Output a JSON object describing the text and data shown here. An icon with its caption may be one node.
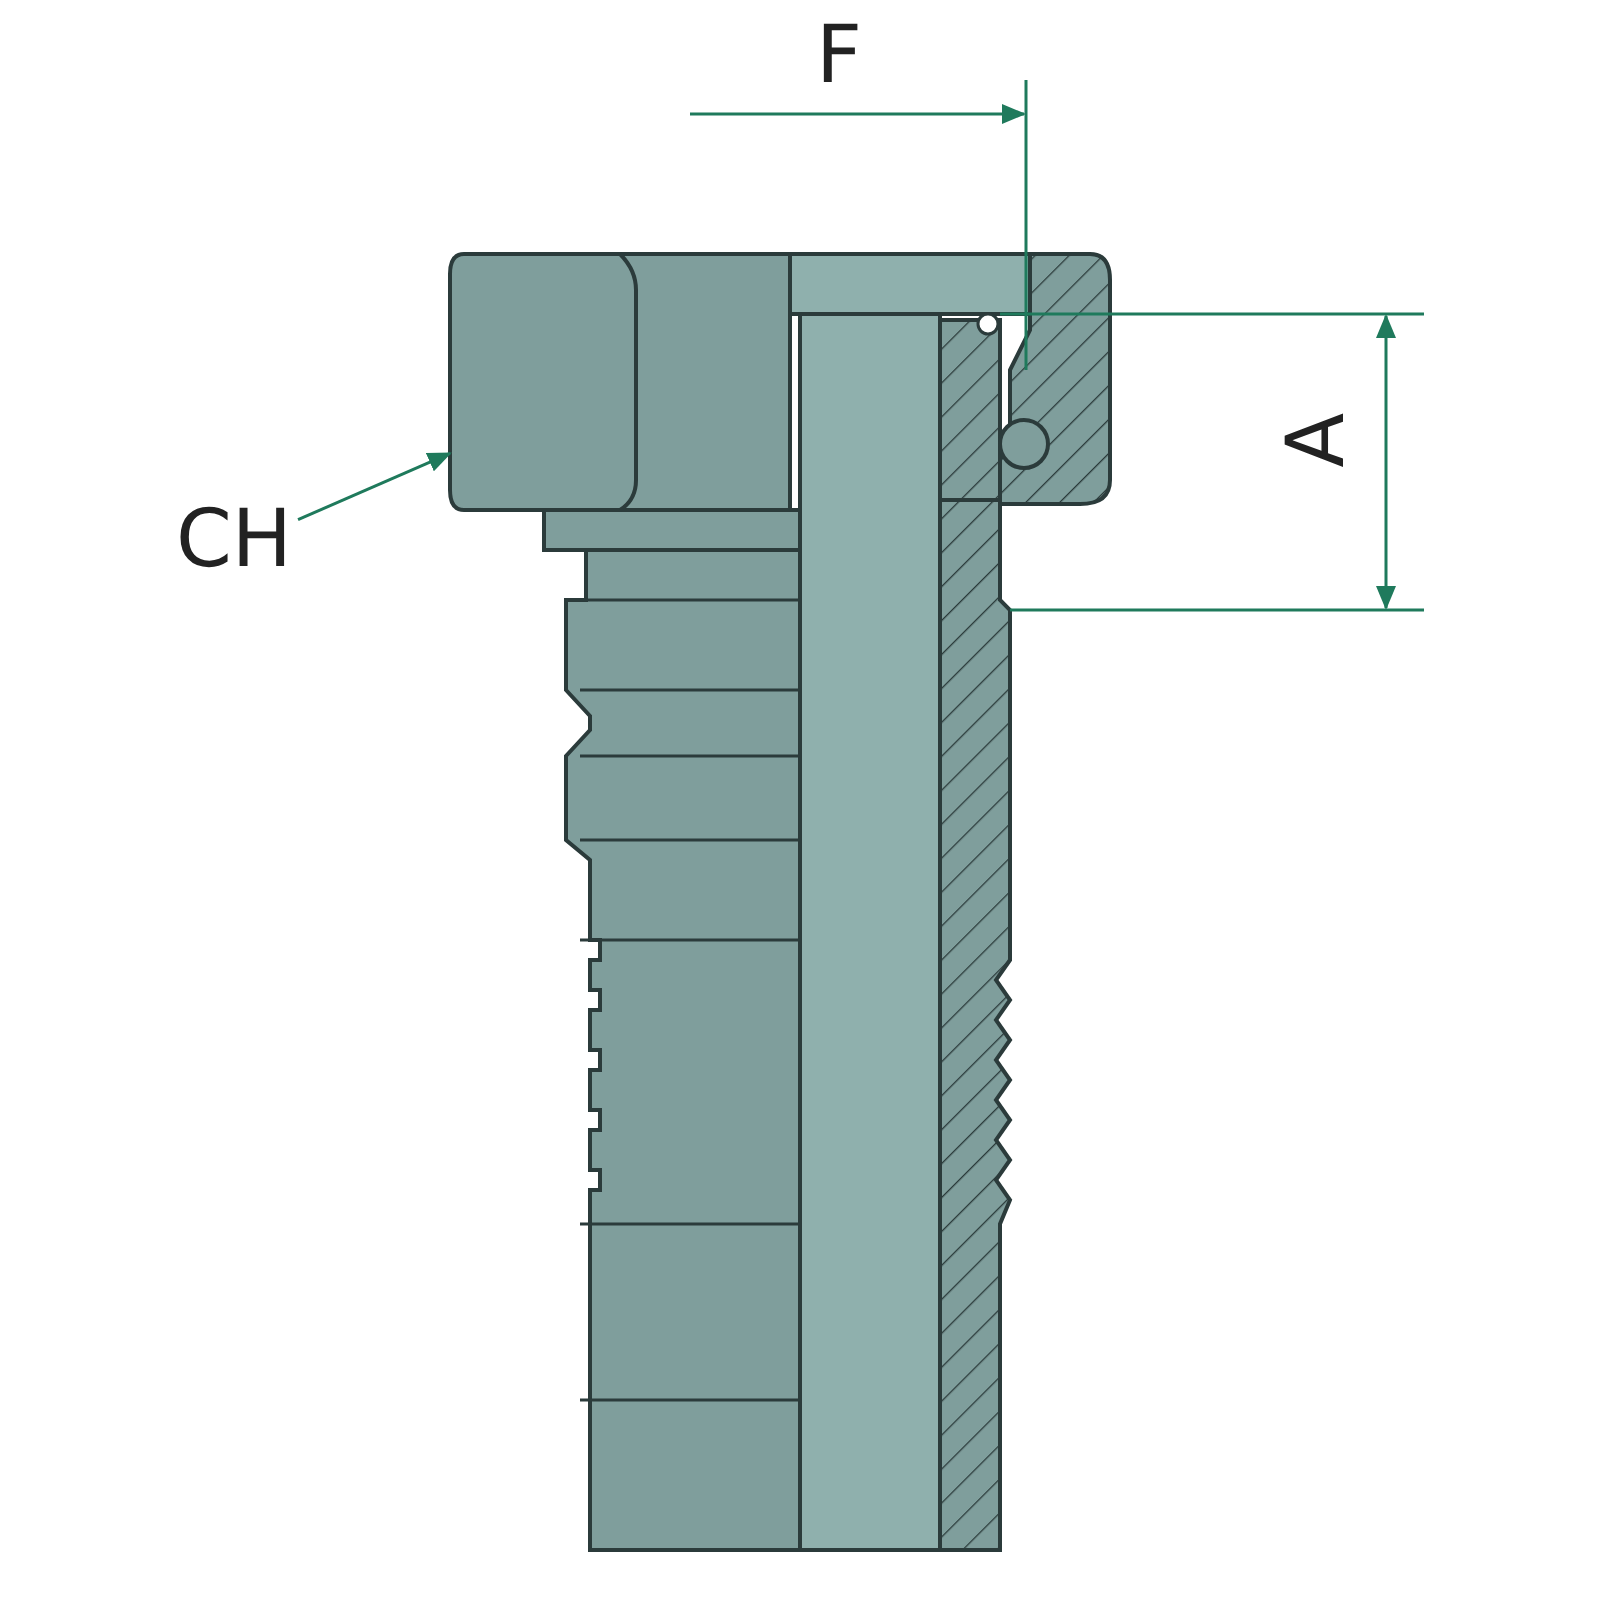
{
  "diagram": {
    "nodes": [
      {
        "text": [
          "CH"
        ]
      },
      {
        "text": [],
        "shape": "picture"
      }
    ],
    "edges": [
      {
        "from": 0,
        "to": 1,
        "arrow": "to"
      }
    ],
    "labels": [
      "F",
      "A"
    ]
  }
}
